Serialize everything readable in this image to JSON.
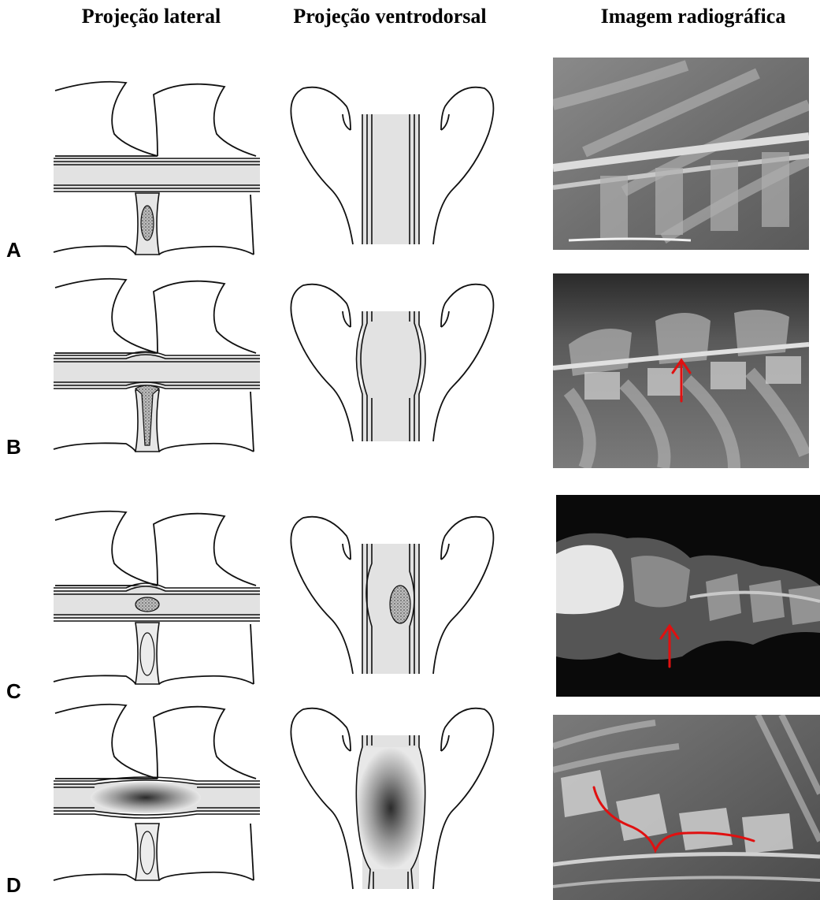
{
  "headers": {
    "lateral": "Projeção lateral",
    "ventrodorsal": "Projeção ventrodorsal",
    "radiograph": "Imagem radiográfica"
  },
  "rows": [
    {
      "label": "A"
    },
    {
      "label": "B"
    },
    {
      "label": "C"
    },
    {
      "label": "D"
    }
  ],
  "colors": {
    "outline": "#111111",
    "cord": "#e2e2e2",
    "disc": "#8c8c8c",
    "annotation": "#e01010"
  }
}
